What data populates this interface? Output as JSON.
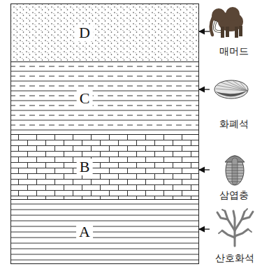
{
  "diagram": {
    "nodes": [
      {
        "text": [
          "D"
        ]
      },
      {
        "text": [
          "C"
        ]
      },
      {
        "text": [
          "B"
        ]
      },
      {
        "text": [
          "A"
        ]
      },
      {
        "text": [
          "매머드"
        ]
      },
      {
        "text": [
          "화폐석"
        ]
      },
      {
        "text": [
          "삼엽충"
        ]
      },
      {
        "text": [
          "산호화석"
        ]
      }
    ],
    "edges": [
      {
        "from": 4,
        "to": 0,
        "arrow": "to"
      },
      {
        "from": 5,
        "to": 1,
        "arrow": "to"
      },
      {
        "from": 6,
        "to": 2,
        "arrow": "to"
      },
      {
        "from": 7,
        "to": 3,
        "arrow": "to"
      }
    ]
  }
}
